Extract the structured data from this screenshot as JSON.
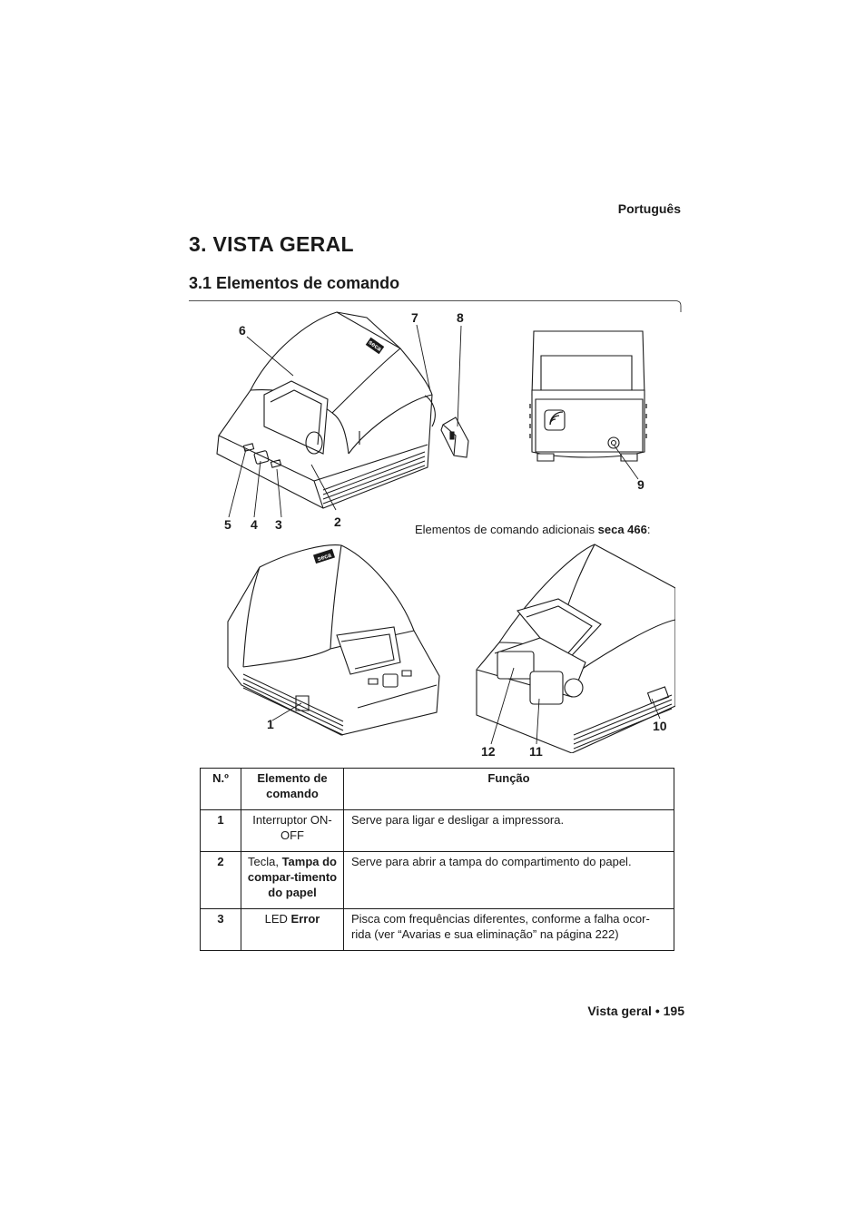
{
  "header": {
    "language": "Português"
  },
  "chapter": {
    "title": "3.  VISTA GERAL"
  },
  "section": {
    "title": "3.1   Elementos de comando"
  },
  "figure": {
    "callouts": [
      "1",
      "2",
      "3",
      "4",
      "5",
      "6",
      "7",
      "8",
      "9",
      "10",
      "11",
      "12"
    ],
    "caption_text": "Elementos de comando adicionais ",
    "caption_bold": "seca 466",
    "caption_tail": ":",
    "brand": "seca"
  },
  "table": {
    "headers": {
      "num": "N.º",
      "element": "Elemento de comando",
      "function": "Função"
    },
    "rows": [
      {
        "num": "1",
        "element_pre": "Interruptor ON-OFF",
        "element_bold": "",
        "function": "Serve para ligar e desligar a impressora."
      },
      {
        "num": "2",
        "element_pre": "Tecla, ",
        "element_bold": "Tampa do compar-timento do papel",
        "function": "Serve para abrir a tampa do compartimento do papel."
      },
      {
        "num": "3",
        "element_pre": "LED ",
        "element_bold": "Error",
        "function": "Pisca com frequências diferentes, conforme a falha ocor-rida (ver “Avarias e sua eliminação” na página 222)"
      }
    ]
  },
  "footer": {
    "text": "Vista geral • 195"
  }
}
